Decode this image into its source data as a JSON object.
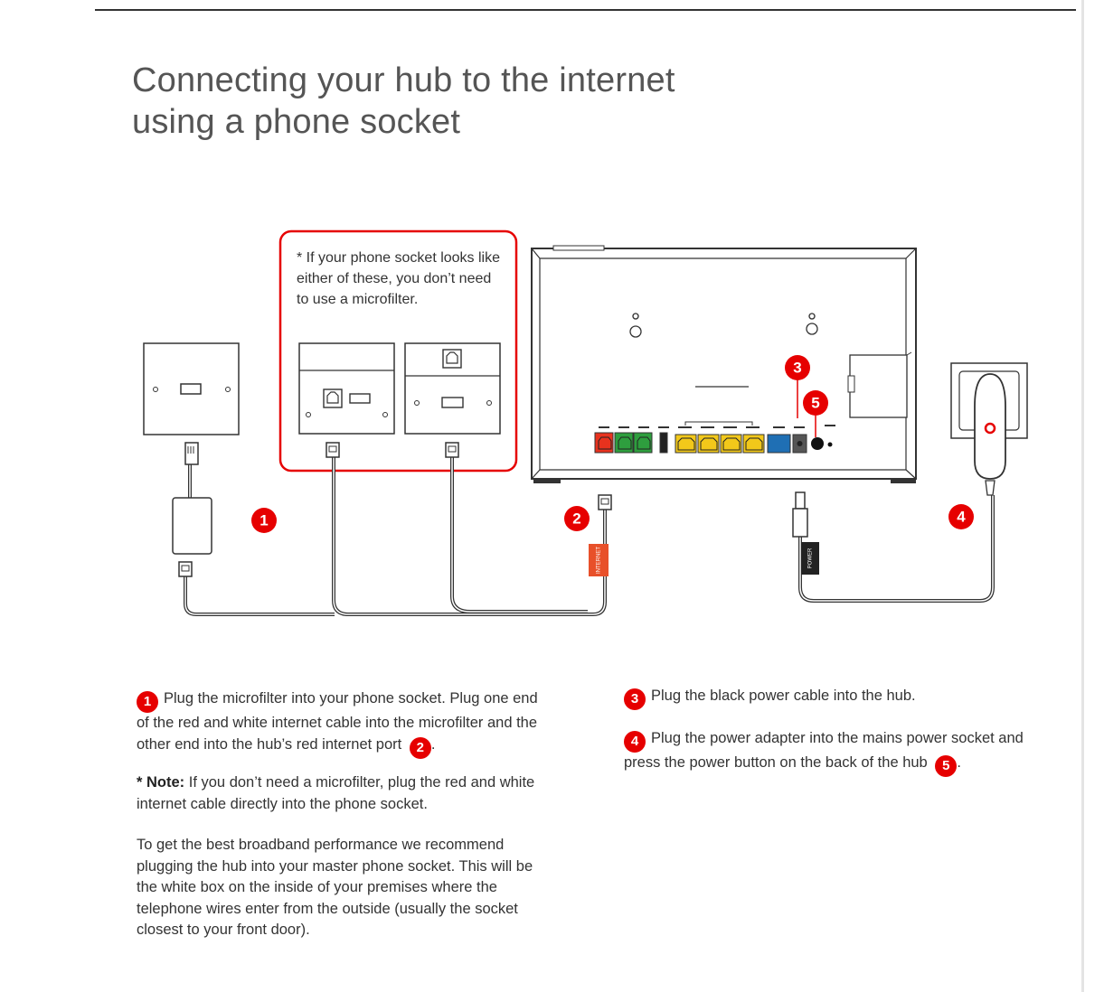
{
  "title": {
    "line1": "Connecting your hub to the internet",
    "line2": "using a phone socket"
  },
  "socket_note": "* If your phone socket looks like either of these, you don’t need to use a microfilter.",
  "badges": {
    "b1": "1",
    "b2": "2",
    "b3": "3",
    "b4": "4",
    "b5": "5"
  },
  "cable_labels": {
    "internet": "INTERNET",
    "power": "POWER"
  },
  "steps": {
    "step1_a": "Plug the microfilter into your phone socket. Plug one end of the red and white internet cable into the microfilter and the other end into the hub’s red internet port",
    "step1_b": ".",
    "note_label": "* Note:",
    "note_text": " If you don’t need a microfilter, plug the red and white internet cable directly into the phone socket.",
    "recommend": "To get the best broadband performance we recommend plugging the hub into your master phone socket. This will be the white box on the inside of your premises where the telephone wires enter from the outside (usually the socket closest to your front door).",
    "step3": "Plug the black power cable into the hub.",
    "step4_a": "Plug the power adapter into the mains power socket and press the power button on the back of the hub",
    "step4_b": "."
  },
  "colors": {
    "accent_red": "#e60000",
    "port_red": "#e8321e",
    "port_green": "#2e9e3e",
    "port_yellow": "#f2c81a",
    "port_blue": "#1f6fb4",
    "internet_tag": "#e8502a"
  }
}
